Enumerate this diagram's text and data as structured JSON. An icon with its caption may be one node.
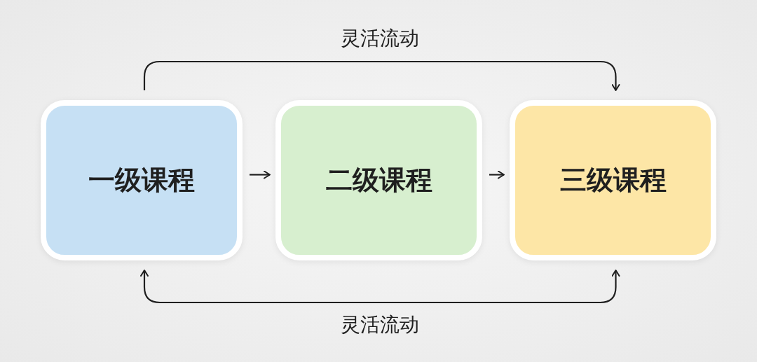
{
  "diagram": {
    "nodes": [
      {
        "text": [
          "一级课程"
        ]
      },
      {
        "text": [
          "二级课程"
        ]
      },
      {
        "text": [
          "三级课程"
        ]
      }
    ],
    "edges": [
      {
        "from": 0,
        "to": 2,
        "arrow": "to",
        "label": "灵活流动"
      },
      {
        "from": 0,
        "to": 1,
        "arrow": "to"
      },
      {
        "from": 1,
        "to": 2,
        "arrow": "to"
      },
      {
        "from": 0,
        "to": 2,
        "arrow": "both",
        "label": "灵活流动"
      }
    ]
  }
}
